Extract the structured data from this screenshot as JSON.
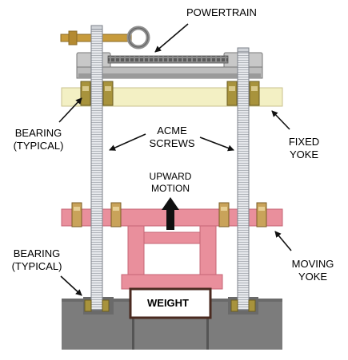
{
  "labels": {
    "powertrain": "POWERTRAIN",
    "bearing_top_line1": "BEARING",
    "bearing_top_line2": "(TYPICAL)",
    "acme_line1": "ACME",
    "acme_line2": "SCREWS",
    "fixed_line1": "FIXED",
    "fixed_line2": "YOKE",
    "upward_line1": "UPWARD",
    "upward_line2": "MOTION",
    "bearing_bottom_line1": "BEARING",
    "bearing_bottom_line2": "(TYPICAL)",
    "moving_line1": "MOVING",
    "moving_line2": "YOKE",
    "weight": "WEIGHT"
  },
  "colors": {
    "fixed_yoke": "#f3f0c4",
    "moving_yoke": "#e98f9c",
    "base": "#7c7c7c",
    "screw": "#e4e6ea",
    "drive_brass": "#c79b3c",
    "nut_olive": "#a8933c",
    "arrow": "#111111"
  }
}
